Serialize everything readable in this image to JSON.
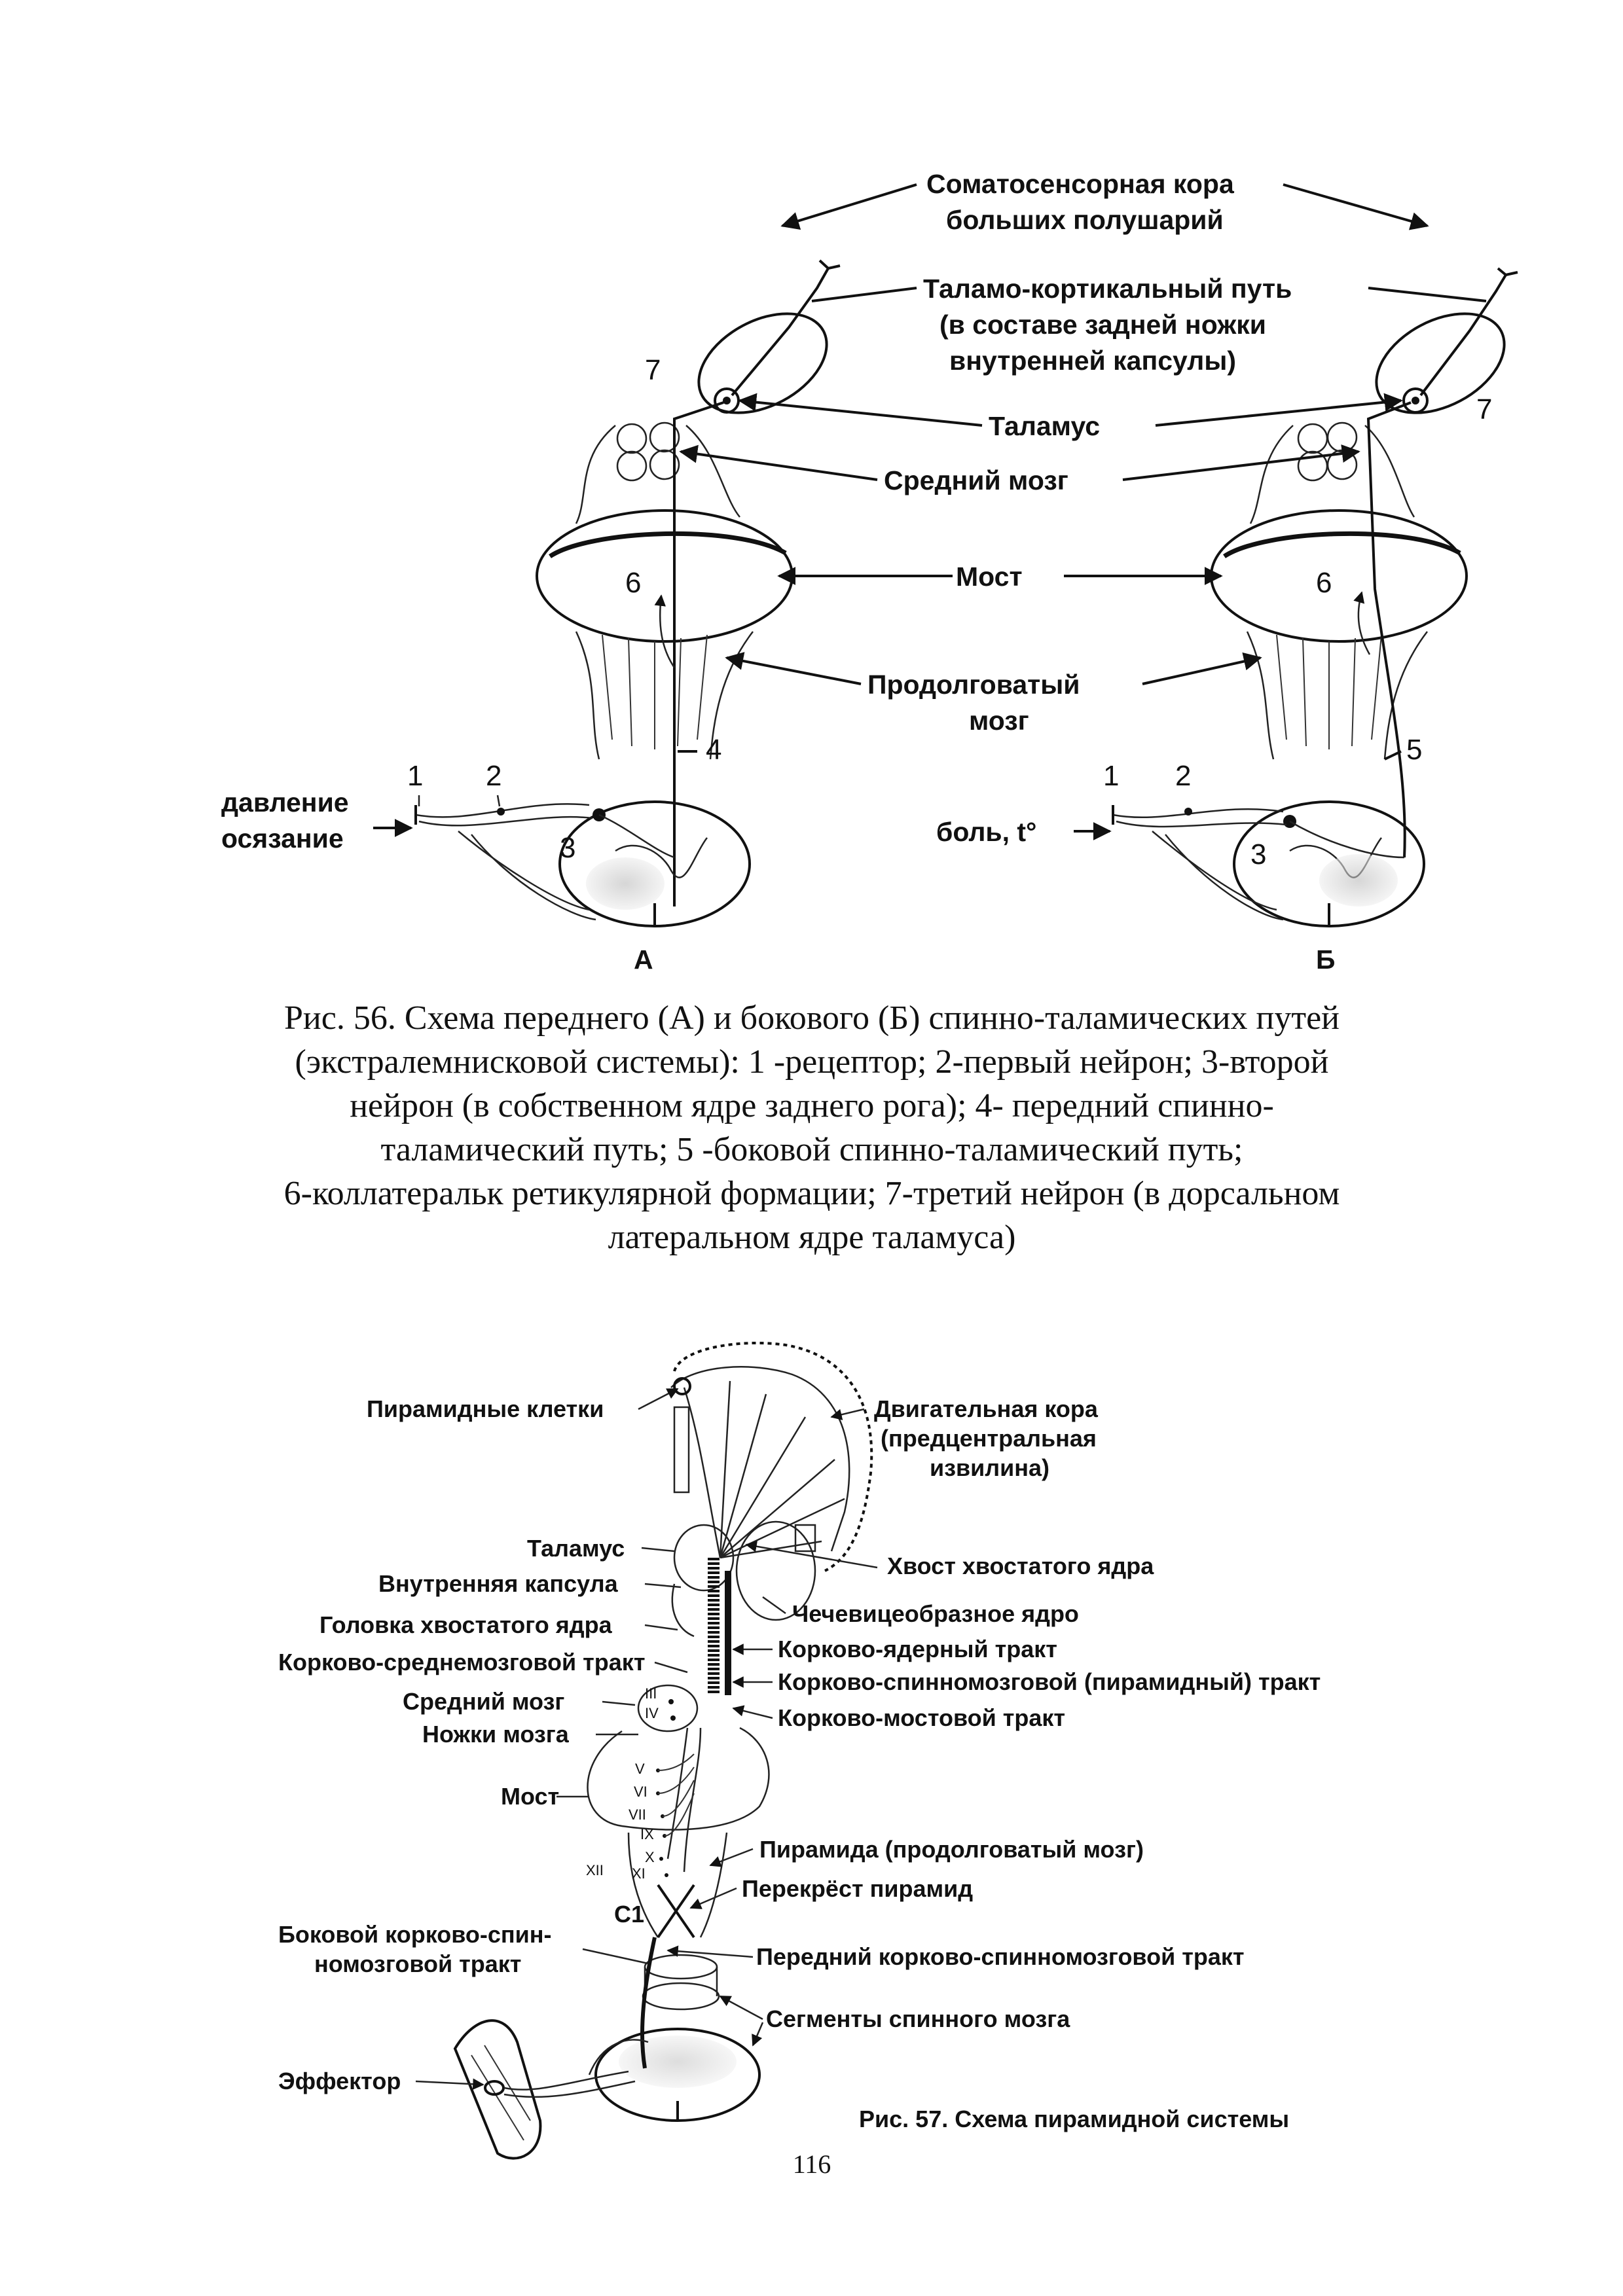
{
  "figure56": {
    "labels": {
      "cortex_l1": "Соматосенсорная кора",
      "cortex_l2": "больших полушарий",
      "tc_l1": "Таламо-кортикальный путь",
      "tc_l2": "(в составе задней ножки",
      "tc_l3": "внутренней капсулы)",
      "thalamus": "Таламус",
      "midbrain": "Средний мозг",
      "pons": "Мост",
      "medulla_l1": "Продолговатый",
      "medulla_l2": "мозг",
      "stimulus_a_l1": "давление",
      "stimulus_a_l2": "осязание",
      "stimulus_b": "боль, t°",
      "panel_a": "А",
      "panel_b": "Б"
    },
    "numbers": {
      "n1": "1",
      "n2": "2",
      "n3": "3",
      "n4": "4",
      "n5": "5",
      "n6": "6",
      "n7": "7"
    },
    "caption_lines": [
      "Рис. 56. Схема переднего (А) и бокового (Б) спинно-таламических путей",
      "(экстралемнисковой системы): 1 -рецептор; 2-первый нейрон; 3-второй",
      "нейрон (в собственном ядре заднего рога); 4- передний спинно-",
      "таламический путь; 5 -боковой спинно-таламический путь;",
      "6-коллатеральк ретикулярной формации; 7-третий нейрон (в дорсальном",
      "латеральном ядре таламуса)"
    ]
  },
  "figure57": {
    "labels": {
      "pyramidal_cells": "Пирамидные клетки",
      "motor_cortex_l1": "Двигательная кора",
      "motor_cortex_l2": "(предцентральная",
      "motor_cortex_l3": "извилина)",
      "thalamus": "Таламус",
      "caudate_tail": "Хвост хвостатого ядра",
      "internal_capsule": "Внутренняя капсула",
      "lentiform": "Чечевицеобразное ядро",
      "caudate_head": "Головка хвостатого ядра",
      "corticonuclear": "Корково-ядерный тракт",
      "corticomesencephalic": "Корково-среднемозговой тракт",
      "corticospinal": "Корково-спинномозговой (пирамидный) тракт",
      "midbrain": "Средний мозг",
      "corticopontine": "Корково-мостовой тракт",
      "cerebral_peduncles": "Ножки мозга",
      "pons": "Мост",
      "pyramid": "Пирамида (продолговатый мозг)",
      "decussation": "Перекрёст пирамид",
      "lateral_tract_l1": "Боковой корково-спин-",
      "lateral_tract_l2": "номозговой тракт",
      "anterior_tract": "Передний корково-спинномозговой тракт",
      "segments": "Сегменты спинного мозга",
      "effector": "Эффектор",
      "caption": "Рис. 57. Схема пирамидной системы"
    },
    "nerves": {
      "III": "III",
      "IV": "IV",
      "V": "V",
      "VI": "VI",
      "VII": "VII",
      "IX": "IX",
      "X": "X",
      "XI": "XI",
      "XII": "XII",
      "C1": "C1"
    }
  },
  "page_number": "116"
}
